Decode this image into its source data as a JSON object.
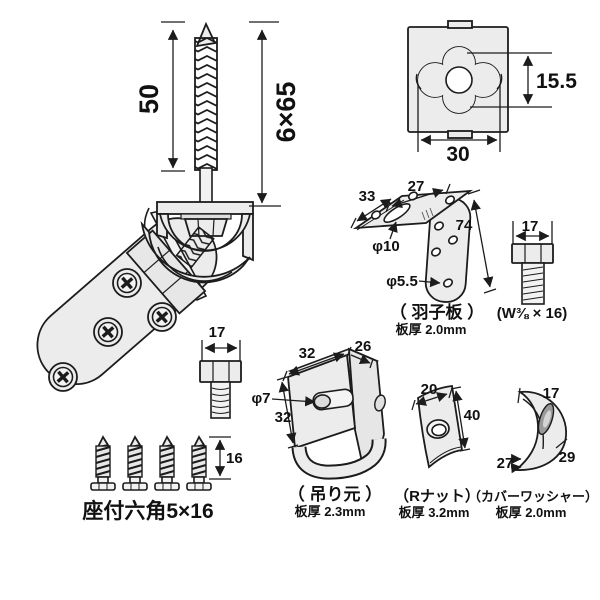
{
  "colors": {
    "background": "#ffffff",
    "line": "#1c1c1c",
    "fill": "#ececec",
    "text": "#111111"
  },
  "diagram": {
    "hanger_screw": {
      "thread_length": "50",
      "size": "6×65"
    },
    "square_plate": {
      "hole_span": "15.5",
      "width": "30"
    },
    "hagoita": {
      "depth": "33",
      "top_width": "27",
      "length": "74",
      "hole_large": "φ10",
      "hole_small": "φ5.5",
      "caption": "（ 羽子板 ）",
      "thickness": "板厚 2.0mm"
    },
    "w_bolt": {
      "head_width": "17",
      "caption": "(W⅜ × 16)"
    },
    "hex_bolt": {
      "head_width": "17"
    },
    "tapping_screws": {
      "length": "16",
      "caption": "座付六角5×16"
    },
    "tsurimoto": {
      "width": "32",
      "depth": "26",
      "hole": "φ7",
      "height": "32",
      "caption": "（ 吊り元 ）",
      "thickness": "板厚 2.3mm"
    },
    "r_nut": {
      "width": "20",
      "height": "40",
      "caption": "（Rナット）",
      "thickness": "板厚 3.2mm"
    },
    "cover_washer": {
      "top_width": "17",
      "outer_radius": "29",
      "inner_width": "27",
      "caption": "（カバーワッシャー）",
      "thickness": "板厚 2.0mm"
    }
  }
}
